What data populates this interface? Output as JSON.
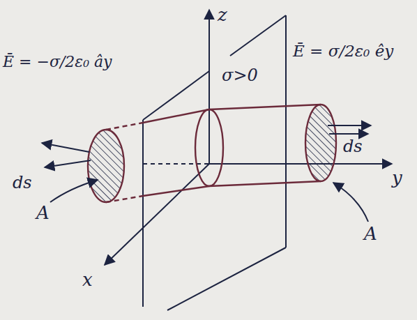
{
  "diagram": {
    "labels": [
      "z",
      "σ>0",
      "Ē = −σ/2ε₀ ây",
      "Ē = σ/2ε₀ êy",
      "ds",
      "ds",
      "A",
      "A",
      "y",
      "x"
    ]
  }
}
